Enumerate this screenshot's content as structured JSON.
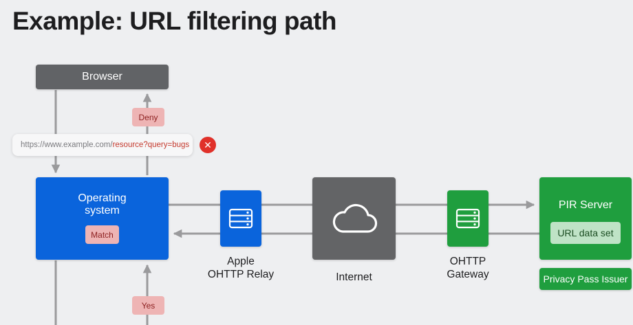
{
  "title": "Example: URL filtering path",
  "browser": {
    "label": "Browser"
  },
  "url": {
    "base": "https://www.example.com/",
    "query": "resource?query=bugs"
  },
  "chips": {
    "deny": "Deny",
    "yes": "Yes",
    "match": "Match"
  },
  "os": {
    "line1": "Operating",
    "line2": "system"
  },
  "relay": {
    "line1": "Apple",
    "line2": "OHTTP Relay"
  },
  "internet": {
    "label": "Internet"
  },
  "gateway": {
    "line1": "OHTTP",
    "line2": "Gateway"
  },
  "pir": {
    "label": "PIR Server",
    "dataset": "URL data set"
  },
  "privacy_pass": {
    "label": "Privacy Pass Issuer"
  },
  "colors": {
    "blue": "#0a64dc",
    "green": "#1f9e3e",
    "gray": "#636466",
    "deny_red": "#e0312a",
    "arrow": "#9a9a9c"
  },
  "icons": {
    "relay": "server-stack-icon",
    "internet": "cloud-icon",
    "gateway": "server-stack-icon",
    "blocked": "x-mark-icon"
  }
}
